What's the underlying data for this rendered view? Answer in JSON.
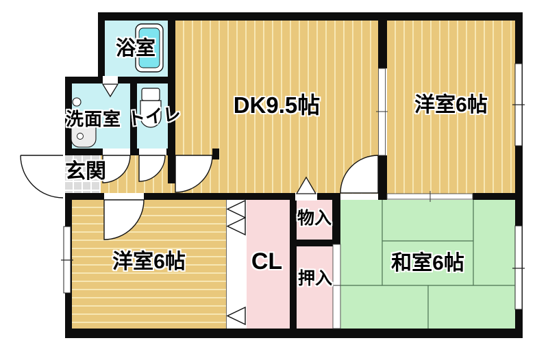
{
  "plan": {
    "type": "apartment-floor-plan",
    "rooms": {
      "bathroom": {
        "label": "浴室"
      },
      "washroom": {
        "label": "洗面室"
      },
      "toilet": {
        "label": "トイレ"
      },
      "entrance": {
        "label": "玄関"
      },
      "dining_kitchen": {
        "label": "DK9.5帖"
      },
      "western_room_upper": {
        "label": "洋室6帖"
      },
      "western_room_lower": {
        "label": "洋室6帖"
      },
      "japanese_room": {
        "label": "和室6帖"
      },
      "closet": {
        "label": "CL"
      },
      "storage": {
        "label": "物入"
      },
      "futon_closet": {
        "label": "押入"
      }
    },
    "colors": {
      "wall": "#0d0d0d",
      "wood_floor": "#e9c87c",
      "wood_stripe": "#f7e7b4",
      "water_room": "#c9f1f4",
      "bathtub": "#7ee4ef",
      "closet_pink": "#f9dadc",
      "tatami_green": "#c3eec1",
      "entrance_tile": "#dcdcdc"
    }
  }
}
